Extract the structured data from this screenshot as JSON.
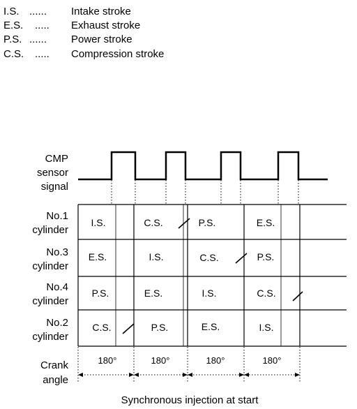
{
  "legend": [
    {
      "abbr": "I.S.",
      "dots": "......",
      "text": "Intake stroke"
    },
    {
      "abbr": "E.S.",
      "dots": ".....",
      "text": "Exhaust stroke"
    },
    {
      "abbr": "P.S.",
      "dots": "......",
      "text": "Power stroke"
    },
    {
      "abbr": "C.S.",
      "dots": ".....",
      "text": "Compression stroke"
    }
  ],
  "signal_label": [
    "CMP",
    "sensor",
    "signal"
  ],
  "cylinders": [
    {
      "label": [
        "No.1",
        "cylinder"
      ],
      "strokes": [
        "I.S.",
        "C.S.",
        "P.S.",
        "E.S."
      ]
    },
    {
      "label": [
        "No.3",
        "cylinder"
      ],
      "strokes": [
        "E.S.",
        "I.S.",
        "C.S.",
        "P.S."
      ]
    },
    {
      "label": [
        "No.4",
        "cylinder"
      ],
      "strokes": [
        "P.S.",
        "E.S.",
        "I.S.",
        "C.S."
      ]
    },
    {
      "label": [
        "No.2",
        "cylinder"
      ],
      "strokes": [
        "C.S.",
        "P.S.",
        "E.S.",
        "I.S."
      ]
    }
  ],
  "crank_label": [
    "Crank",
    "angle"
  ],
  "crank_angles": [
    "180°",
    "180°",
    "180°",
    "180°"
  ],
  "caption": "Synchronous injection at start"
}
